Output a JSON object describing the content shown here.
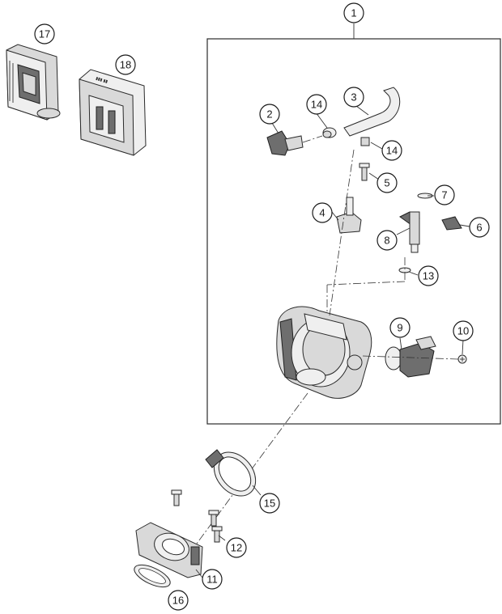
{
  "callouts": [
    {
      "id": "1",
      "label": "1"
    },
    {
      "id": "2",
      "label": "2"
    },
    {
      "id": "3",
      "label": "3"
    },
    {
      "id": "4",
      "label": "4"
    },
    {
      "id": "5",
      "label": "5"
    },
    {
      "id": "6",
      "label": "6"
    },
    {
      "id": "7",
      "label": "7"
    },
    {
      "id": "8",
      "label": "8"
    },
    {
      "id": "9",
      "label": "9"
    },
    {
      "id": "10",
      "label": "10"
    },
    {
      "id": "11",
      "label": "11"
    },
    {
      "id": "12",
      "label": "12"
    },
    {
      "id": "13",
      "label": "13"
    },
    {
      "id": "14a",
      "label": "14"
    },
    {
      "id": "14b",
      "label": "14"
    },
    {
      "id": "15",
      "label": "15"
    },
    {
      "id": "16",
      "label": "16"
    },
    {
      "id": "17",
      "label": "17"
    },
    {
      "id": "18",
      "label": "18"
    }
  ]
}
